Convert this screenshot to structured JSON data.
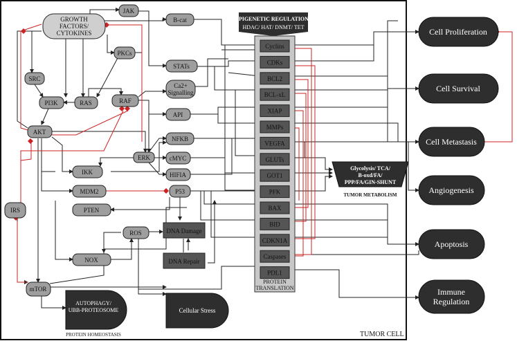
{
  "frame": {
    "label": "TUMOR CELL"
  },
  "epigenetic": {
    "title": "EPIGENETIC REGULATIONS",
    "subtitle": "HDAC/ HAT/ DNMT/ TET"
  },
  "translation": {
    "label_line1": "PROTEIN",
    "label_line2": "TRANSLATION"
  },
  "signaling": {
    "growth_factors_line1": "GROWTH",
    "growth_factors_line2": "FACTORS/",
    "growth_factors_line3": "CYTOKINES",
    "jak": "JAK",
    "src": "SRC",
    "pkcs": "PKCs",
    "pi3k": "PI3K",
    "ras": "RAS",
    "raf": "RAF",
    "akt": "AKT",
    "bcat": "B-cat",
    "stats": "STATs",
    "ca_line1": "Ca2+",
    "ca_line2": "Signalling",
    "ap1": "API",
    "nfkb": "NFKB",
    "erk": "ERK",
    "cmyc": "cMYC",
    "hif1a": "HIFIA",
    "ikk": "IKK",
    "mdm2": "MDM2",
    "p53": "P53",
    "pten": "PTEN",
    "irs": "IRS",
    "ros": "ROS",
    "nox": "NOX",
    "dna_damage": "DNA Damage",
    "dna_repair": "DNA Repair",
    "mtor": "mTOR"
  },
  "targets": [
    "Cyclins",
    "CDKs",
    "BCL2",
    "BCL-xL",
    "XIAP",
    "MMPs",
    "VEGFA",
    "GLUTs",
    "GOT1",
    "PFK",
    "BAX",
    "BID",
    "CDKN1A",
    "Caspases",
    "PDL1"
  ],
  "metabolism": {
    "line1": "Glycolysis/ TCA/",
    "line2": "B-oxd/FA/",
    "line3": "PPP/FA/GIN-SHUNT",
    "caption": "TUMOR METABOLISM"
  },
  "homeostasis": {
    "line1": "AUTOPHAGY/",
    "line2": "UBB-PROTEOSOME",
    "caption": "PROTEIN HOMEOSTASIS",
    "stress": "Cellular Stress"
  },
  "outcomes": {
    "proliferation": "Cell Proliferation",
    "survival": "Cell Survival",
    "metastasis": "Cell Metastasis",
    "angiogenesis": "Angiogenesis",
    "apoptosis": "Apoptosis",
    "immune_line1": "Immune",
    "immune_line2": "Regulation"
  },
  "colors": {
    "activation": "#222222",
    "inhibition": "#cc2222",
    "outcome": "#333333",
    "target": "#555555"
  }
}
